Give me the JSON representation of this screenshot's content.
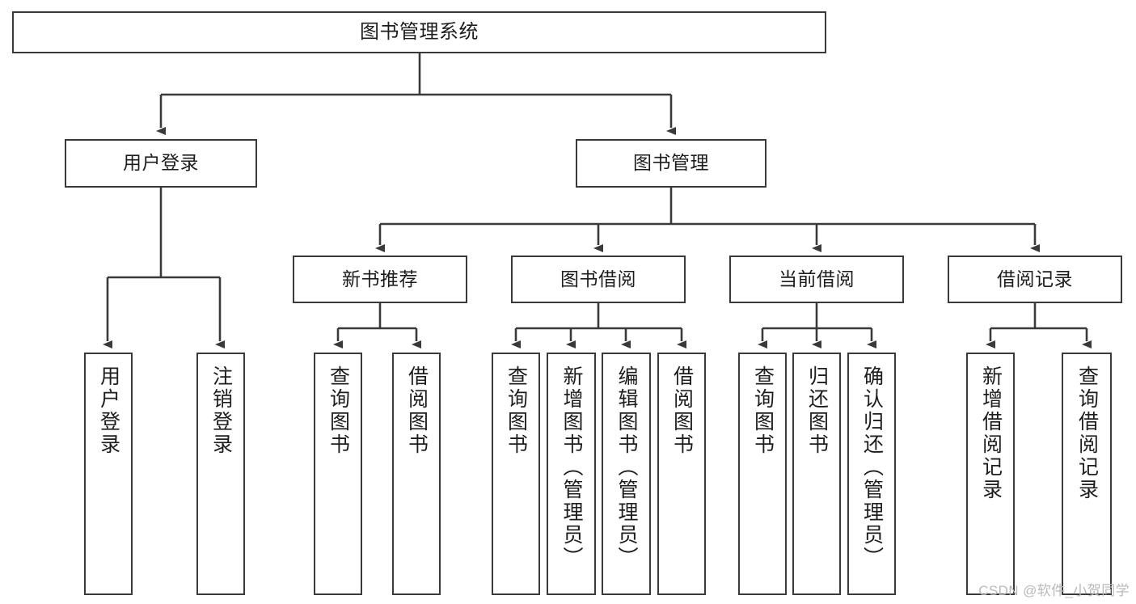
{
  "diagram": {
    "title": "图书管理系统",
    "watermark": "CSDN @软件_小贺同学",
    "line_color": "#3a3a3a",
    "background": "#ffffff",
    "text_color": "#1d1d1d"
  },
  "nodes": {
    "root": {
      "label": "图书管理系统"
    },
    "level2": [
      {
        "label": "用户登录"
      },
      {
        "label": "图书管理"
      }
    ],
    "level3": [
      {
        "label": "新书推荐"
      },
      {
        "label": "图书借阅"
      },
      {
        "label": "当前借阅"
      },
      {
        "label": "借阅记录"
      }
    ],
    "leaves_user_login": [
      {
        "label": "用户登录"
      },
      {
        "label": "注销登录"
      }
    ],
    "leaves_new_book": [
      {
        "label": "查询图书"
      },
      {
        "label": "借阅图书"
      }
    ],
    "leaves_borrow": [
      {
        "label": "查询图书"
      },
      {
        "label": "新增图书（管理员）"
      },
      {
        "label": "编辑图书（管理员）"
      },
      {
        "label": "借阅图书"
      }
    ],
    "leaves_current": [
      {
        "label": "查询图书"
      },
      {
        "label": "归还图书"
      },
      {
        "label": "确认归还（管理员）"
      }
    ],
    "leaves_records": [
      {
        "label": "新增借阅记录"
      },
      {
        "label": "查询借阅记录"
      }
    ]
  }
}
